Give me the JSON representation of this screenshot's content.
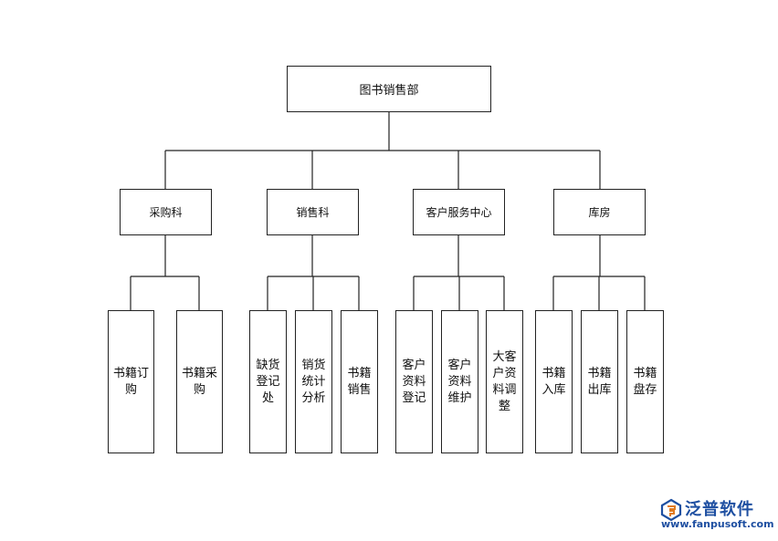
{
  "root": {
    "label": "图书销售部"
  },
  "departments": [
    {
      "label": "采购科",
      "children": [
        "书籍订\n购",
        "书籍采\n购"
      ]
    },
    {
      "label": "销售科",
      "children": [
        "缺货\n登记\n处",
        "销货\n统计\n分析",
        "书籍\n销售"
      ]
    },
    {
      "label": "客户服务中心",
      "children": [
        "客户\n资料\n登记",
        "客户\n资料\n维护",
        "大客\n户资\n料调\n整"
      ]
    },
    {
      "label": "库房",
      "children": [
        "书籍\n入库",
        "书籍\n出库",
        "书籍\n盘存"
      ]
    }
  ],
  "logo": {
    "name": "泛普软件",
    "url": "www.fanpusoft.com"
  },
  "colors": {
    "line": "#222222",
    "logo": "#1e4fa1",
    "logo_accent": "#e07a1f"
  }
}
